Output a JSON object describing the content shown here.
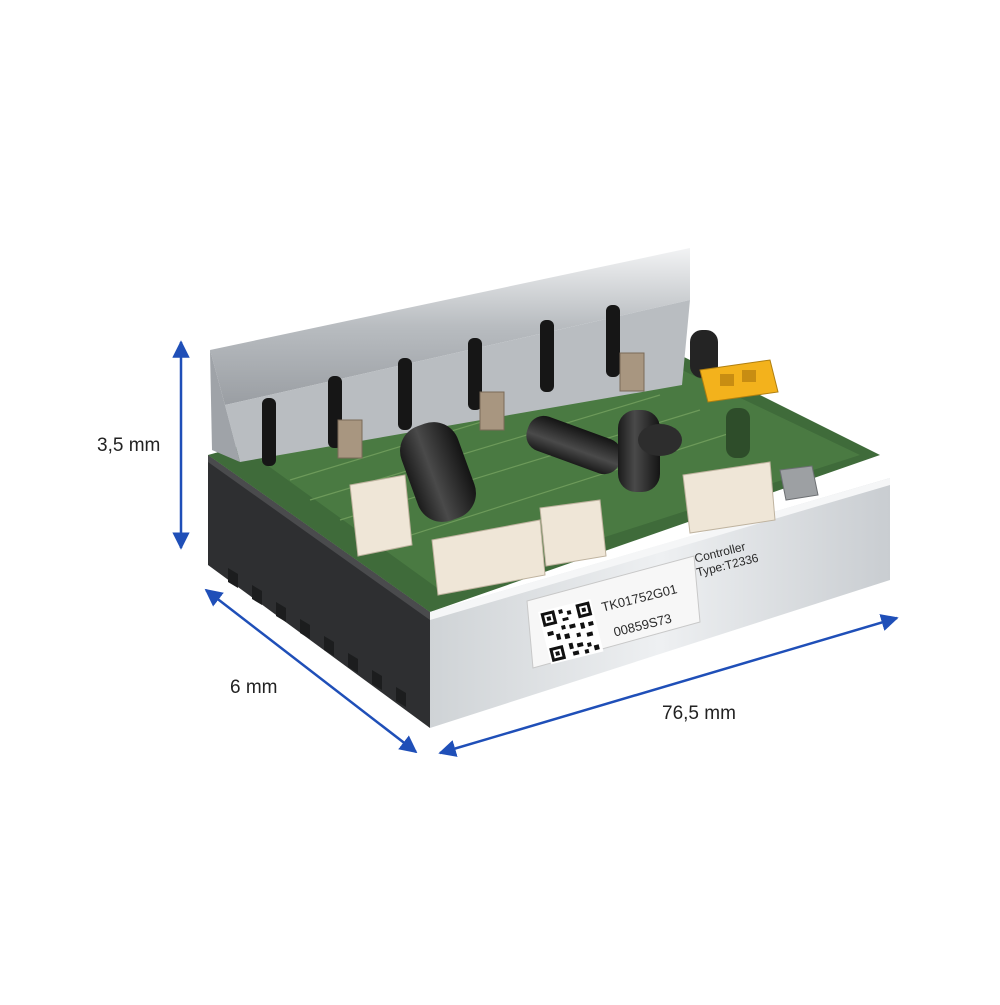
{
  "dimensions": {
    "height_label": "3,5 mm",
    "depth_label": "6 mm",
    "width_label": "76,5 mm"
  },
  "label_sticker": {
    "title": "Controller",
    "type": "Type:T2336",
    "serial": "TK01752G01",
    "batch": "00859S73"
  },
  "colors": {
    "dimension_arrow": "#1f4fb8",
    "pcb": "#3f6b3a",
    "aluminum": "#d9dcdf"
  }
}
